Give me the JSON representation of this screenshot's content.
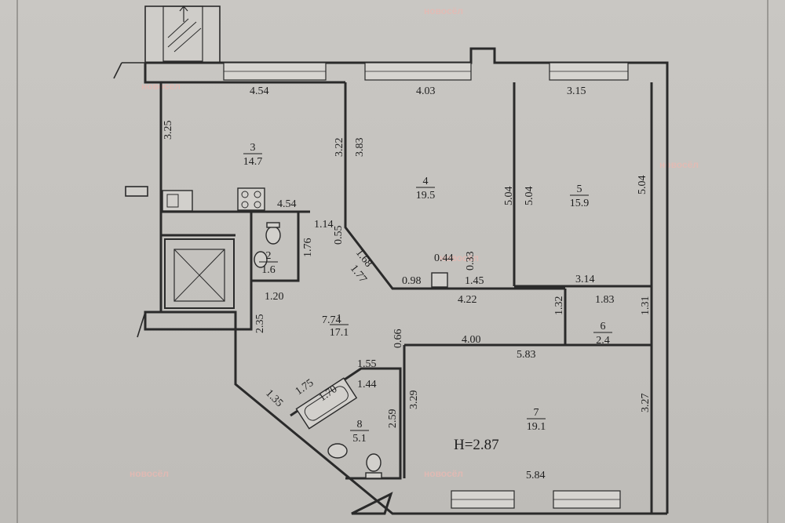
{
  "watermark": "новосёл",
  "ceiling_height": "H=2.87",
  "rooms": [
    {
      "id": "room-1",
      "number": "1",
      "area": "17.1"
    },
    {
      "id": "room-2",
      "number": "2",
      "area": "1.6"
    },
    {
      "id": "room-3",
      "number": "3",
      "area": "14.7"
    },
    {
      "id": "room-4",
      "number": "4",
      "area": "19.5"
    },
    {
      "id": "room-5",
      "number": "5",
      "area": "15.9"
    },
    {
      "id": "room-6",
      "number": "6",
      "area": "2.4"
    },
    {
      "id": "room-7",
      "number": "7",
      "area": "19.1"
    },
    {
      "id": "room-8",
      "number": "8",
      "area": "5.1"
    }
  ],
  "dimensions": [
    {
      "text": "4.54",
      "rotate": false
    },
    {
      "text": "4.03",
      "rotate": false
    },
    {
      "text": "3.15",
      "rotate": false
    },
    {
      "text": "3.25",
      "rotate": true
    },
    {
      "text": "3.22",
      "rotate": true
    },
    {
      "text": "3.83",
      "rotate": true
    },
    {
      "text": "5.04",
      "rotate": true
    },
    {
      "text": "5.04",
      "rotate": true
    },
    {
      "text": "5.04",
      "rotate": true
    },
    {
      "text": "4.54",
      "rotate": false
    },
    {
      "text": "1.14",
      "rotate": false
    },
    {
      "text": "0.55",
      "rotate": true
    },
    {
      "text": "1.68",
      "rotate": false
    },
    {
      "text": "1.77",
      "rotate": false
    },
    {
      "text": "0.44",
      "rotate": false
    },
    {
      "text": "0.33",
      "rotate": true
    },
    {
      "text": "0.98",
      "rotate": false
    },
    {
      "text": "1.45",
      "rotate": false
    },
    {
      "text": "3.14",
      "rotate": false
    },
    {
      "text": "1.76",
      "rotate": true
    },
    {
      "text": "1.20",
      "rotate": false
    },
    {
      "text": "4.22",
      "rotate": false
    },
    {
      "text": "1.83",
      "rotate": false
    },
    {
      "text": "1.32",
      "rotate": true
    },
    {
      "text": "1.31",
      "rotate": true
    },
    {
      "text": "7.74",
      "rotate": false
    },
    {
      "text": "2.35",
      "rotate": true
    },
    {
      "text": "0.66",
      "rotate": true
    },
    {
      "text": "4.00",
      "rotate": false
    },
    {
      "text": "5.83",
      "rotate": false
    },
    {
      "text": "1.55",
      "rotate": false
    },
    {
      "text": "1.44",
      "rotate": false
    },
    {
      "text": "1.75",
      "rotate": false
    },
    {
      "text": "1.70",
      "rotate": false
    },
    {
      "text": "1.35",
      "rotate": false
    },
    {
      "text": "3.29",
      "rotate": true
    },
    {
      "text": "2.59",
      "rotate": true
    },
    {
      "text": "3.27",
      "rotate": true
    },
    {
      "text": "5.84",
      "rotate": false
    }
  ]
}
